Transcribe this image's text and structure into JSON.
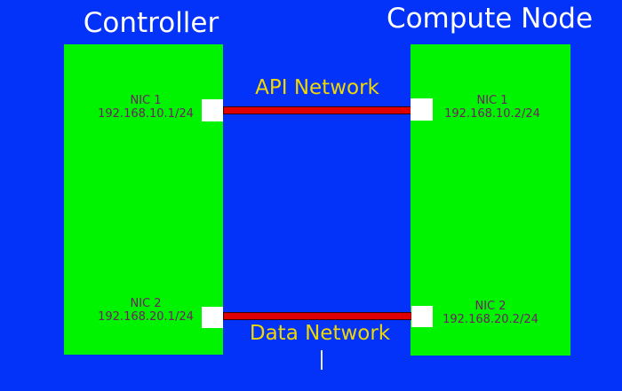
{
  "nodes": [
    {
      "title": "Controller",
      "nics": [
        {
          "name": "NIC 1",
          "ip": "192.168.10.1/24"
        },
        {
          "name": "NIC 2",
          "ip": "192.168.20.1/24"
        }
      ]
    },
    {
      "title": "Compute Node",
      "nics": [
        {
          "name": "NIC 1",
          "ip": "192.168.10.2/24"
        },
        {
          "name": "NIC 2",
          "ip": "192.168.20.2/24"
        }
      ]
    }
  ],
  "networks": [
    {
      "label": "API Network"
    },
    {
      "label": "Data Network"
    }
  ],
  "colors": {
    "background": "#0333F8",
    "node_fill": "#00F400",
    "link_fill": "#DE0000",
    "link_outline": "#3A0000",
    "network_label": "#F0D800",
    "nic_text": "#6E2162",
    "node_title": "#FFFFFF",
    "connector": "#FFFFFF"
  }
}
